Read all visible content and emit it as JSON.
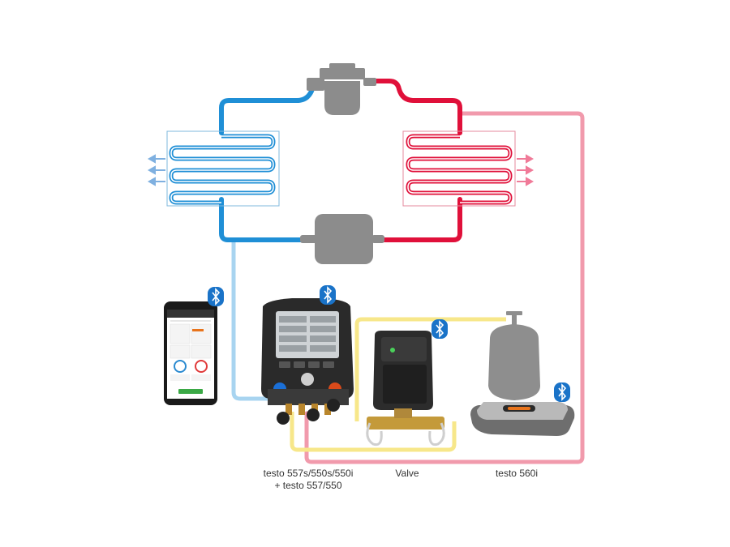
{
  "labels": {
    "manifold_line1": "testo 557s/550s/550i",
    "manifold_line2": "+ testo 557/550",
    "valve": "Valve",
    "scale": "testo 560i"
  },
  "icons": [
    "bluetooth-icon",
    "compressor-icon",
    "expansion-valve-icon",
    "evaporator-icon",
    "condenser-icon",
    "smartphone-icon",
    "manifold-icon",
    "valve-icon",
    "refrigerant-bottle-icon",
    "scale-icon"
  ],
  "colors": {
    "cold_line": "#1f8fd6",
    "hot_line": "#e0103a",
    "pink_line": "#f19aac",
    "light_blue_line": "#a8d4f0",
    "yellow_line": "#f7e78a",
    "bluetooth": "#1a73c8",
    "device_gray": "#8e8e8e",
    "testo_orange": "#e8741c"
  }
}
